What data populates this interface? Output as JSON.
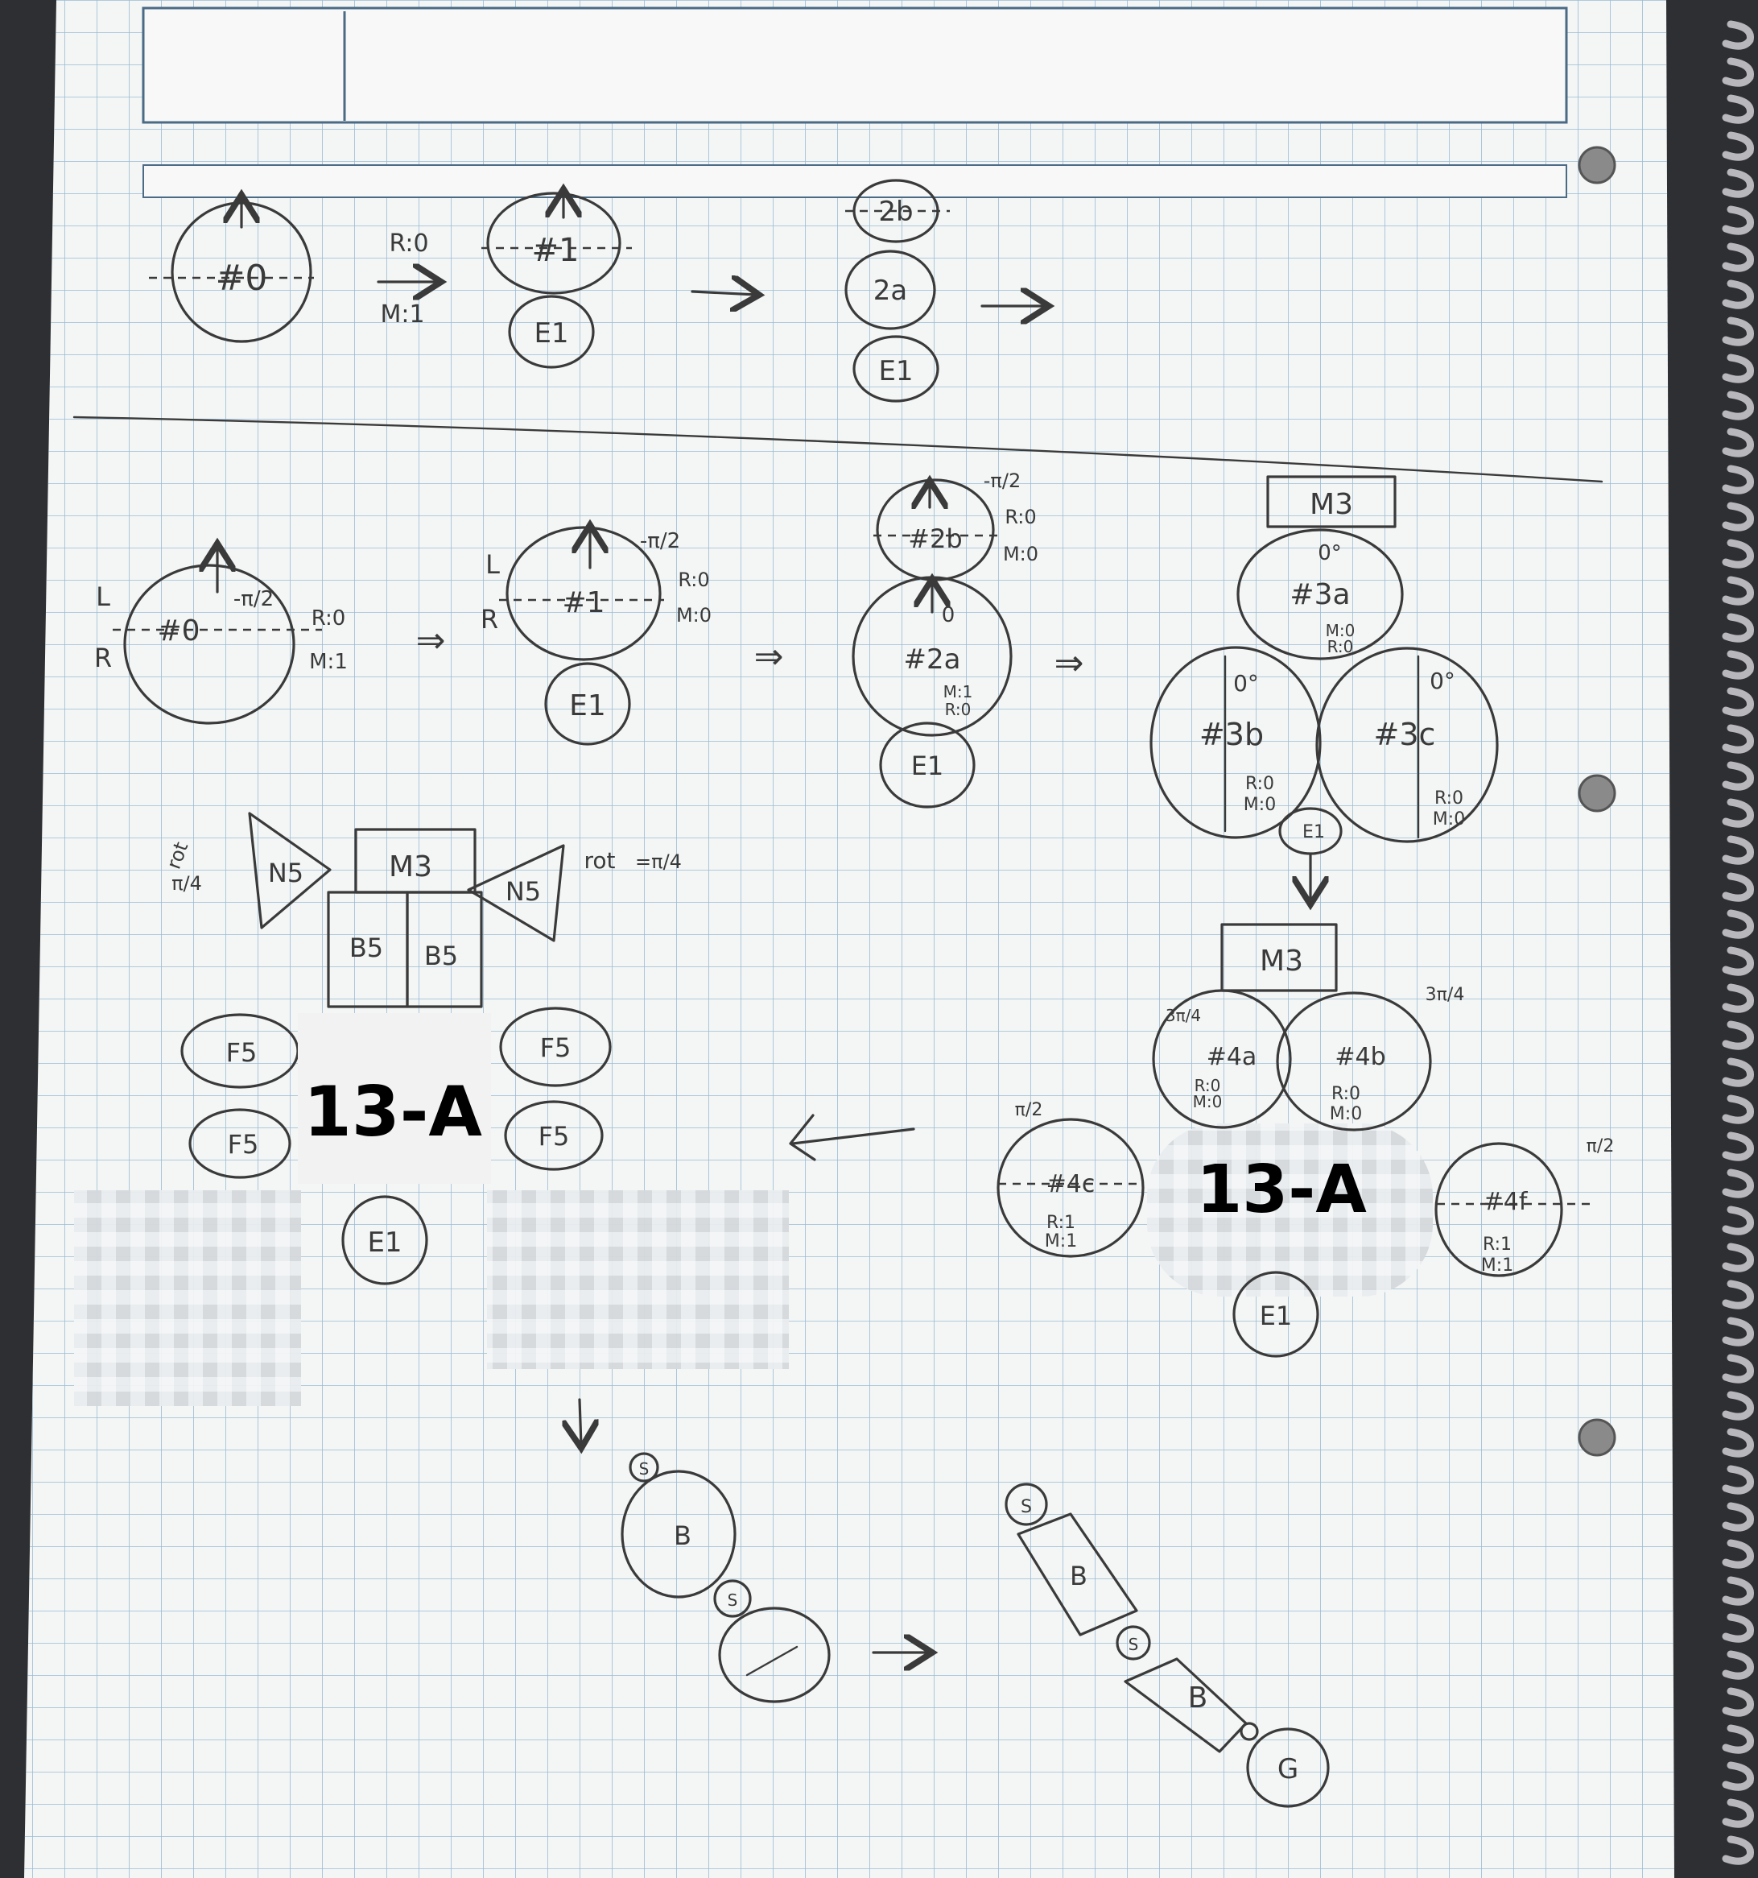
{
  "stickers": [
    "13-A",
    "13-A"
  ],
  "top_row": {
    "start": {
      "label": "#0"
    },
    "step_note": {
      "r": "R:0",
      "m": "M:1"
    },
    "circle1": {
      "label": "#1"
    },
    "e_under_1": {
      "label": "E1"
    },
    "stack": {
      "top": "2b",
      "mid": "2a",
      "bottom": "E1"
    }
  },
  "second_row": {
    "c0": {
      "label": "#0",
      "angle": "-π/2",
      "left": "L",
      "right": "R",
      "r": "R:0",
      "m": "M:1"
    },
    "c1": {
      "label": "#1",
      "angle": "-π/2",
      "left": "L",
      "right": "R",
      "r": "R:0",
      "m": "M:0"
    },
    "e1": {
      "label": "E1"
    },
    "c2b": {
      "label": "#2b",
      "angle": "-π/2",
      "r": "R:0",
      "m": "M:0"
    },
    "c2a": {
      "label": "#2a",
      "angle": "0",
      "r": "R:0",
      "m": "M:1"
    },
    "e2": {
      "label": "E1"
    },
    "m3": {
      "label": "M3"
    },
    "c3a": {
      "label": "#3a",
      "angle": "0°",
      "r": "R:0",
      "m": "M:0"
    },
    "c3b": {
      "label": "#3b",
      "angle": "0°",
      "r": "R:0",
      "m": "M:0"
    },
    "c3c": {
      "label": "#3c",
      "angle": "0°",
      "r": "R:0",
      "m": "M:0"
    },
    "e3": {
      "label": "E1"
    }
  },
  "third_row": {
    "rot_left": {
      "a": "rot",
      "b": "π/4"
    },
    "rot_right": {
      "a": "rot",
      "b": "=π/4"
    },
    "n5": "N5",
    "m3": "M3",
    "b5": "B5",
    "f5": "F5",
    "e1": "E1",
    "right_m3": "M3",
    "c4a": {
      "label": "#4a",
      "angle": "3π/4",
      "r": "R:0",
      "m": "M:0"
    },
    "c4b": {
      "label": "#4b",
      "angle": "3π/4",
      "r": "R:0",
      "m": "M:0"
    },
    "c4c": {
      "label": "#4c",
      "angle": "π/2",
      "r": "R:1",
      "m": "M:1"
    },
    "c4f": {
      "label": "#4f",
      "angle": "π/2",
      "r": "R:1",
      "m": "M:1"
    },
    "e4": "E1"
  },
  "bottom": {
    "b": "B",
    "s": "S",
    "g": "G"
  }
}
